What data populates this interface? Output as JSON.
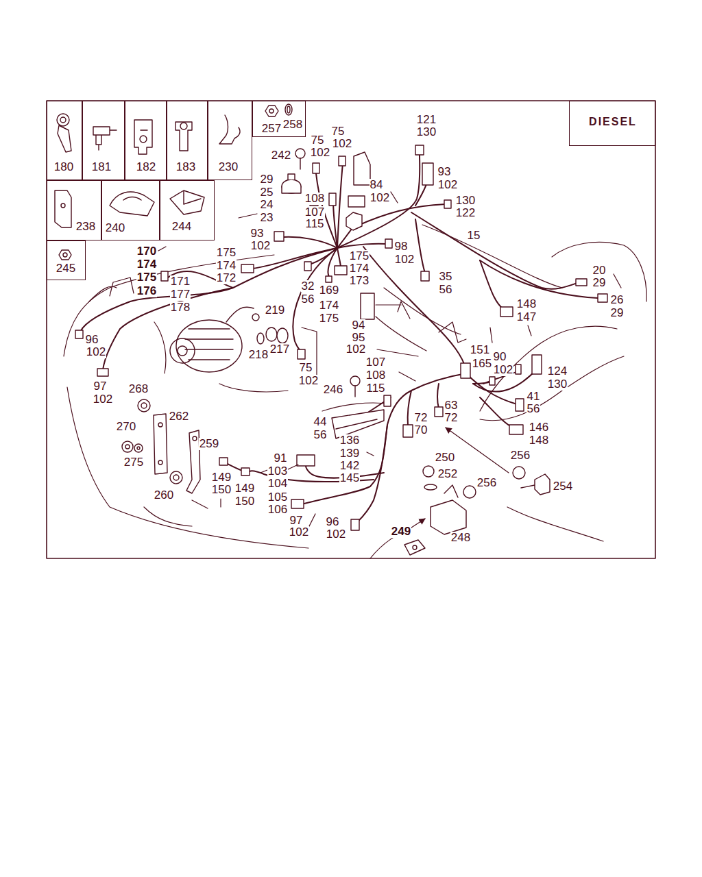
{
  "diagram": {
    "nodes": [
      {
        "text": [
          "180"
        ]
      },
      {
        "text": [
          "181"
        ]
      },
      {
        "text": [
          "182"
        ]
      },
      {
        "text": [
          "183"
        ]
      },
      {
        "text": [
          "230"
        ]
      },
      {
        "text": [
          "257",
          "258"
        ]
      },
      {
        "text": [
          "238"
        ]
      },
      {
        "text": [
          "240"
        ]
      },
      {
        "text": [
          "244"
        ]
      },
      {
        "text": [
          "245"
        ]
      },
      {
        "text": [
          "DIESEL"
        ]
      }
    ],
    "edges": [],
    "labels": [
      "121",
      "130",
      "75",
      "102",
      "75",
      "102",
      "242",
      "93",
      "102",
      "84",
      "102",
      "29",
      "25",
      "24",
      "23",
      "108",
      "107",
      "115",
      "130",
      "122",
      "15",
      "93",
      "102",
      "98",
      "102",
      "170",
      "174",
      "175",
      "176",
      "175",
      "174",
      "172",
      "175",
      "174",
      "173",
      "171",
      "177",
      "178",
      "32",
      "56",
      "169",
      "35",
      "56",
      "20",
      "29",
      "26",
      "29",
      "148",
      "147",
      "174",
      "175",
      "219",
      "94",
      "95",
      "102",
      "96",
      "102",
      "217",
      "218",
      "151",
      "165",
      "90",
      "102",
      "124",
      "130",
      "107",
      "108",
      "115",
      "75",
      "102",
      "97",
      "102",
      "246",
      "268",
      "41",
      "56",
      "63",
      "72",
      "72",
      "70",
      "44",
      "56",
      "262",
      "270",
      "146",
      "148",
      "136",
      "139",
      "142",
      "145",
      "259",
      "250",
      "91",
      "256",
      "275",
      "252",
      "103",
      "104",
      "105",
      "106",
      "149",
      "150",
      "149",
      "150",
      "256",
      "254",
      "260",
      "97",
      "102",
      "96",
      "102",
      "249",
      "248"
    ]
  }
}
